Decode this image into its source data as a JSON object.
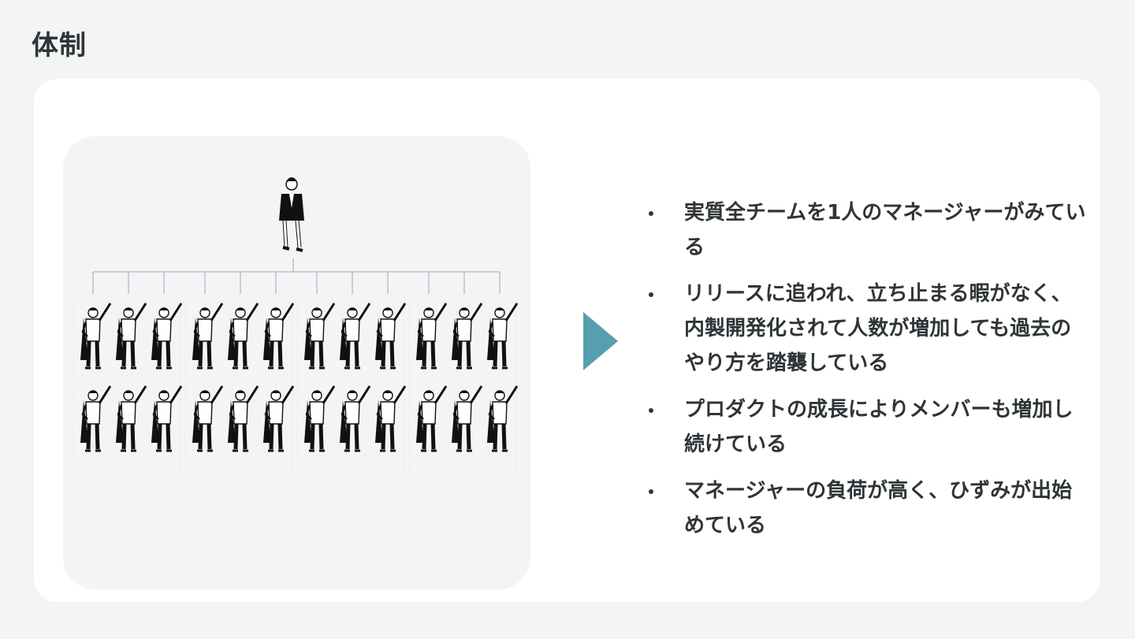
{
  "page": {
    "title": "体制"
  },
  "diagram": {
    "manager_icon": "standing-manager-icon",
    "member_icon": "superhero-member-icon",
    "teams": 4,
    "members_per_team": 6,
    "accent_color": "#569fb1"
  },
  "bullets": [
    {
      "text": "実質全チームを1人のマネージャーがみている"
    },
    {
      "text": "リリースに追われ、立ち止まる暇がなく、内製開発化されて人数が増加しても過去のやり方を踏襲している"
    },
    {
      "text": "プロダクトの成長によりメンバーも増加し続けている"
    },
    {
      "text": "マネージャーの負荷が高く、ひずみが出始めている"
    }
  ]
}
